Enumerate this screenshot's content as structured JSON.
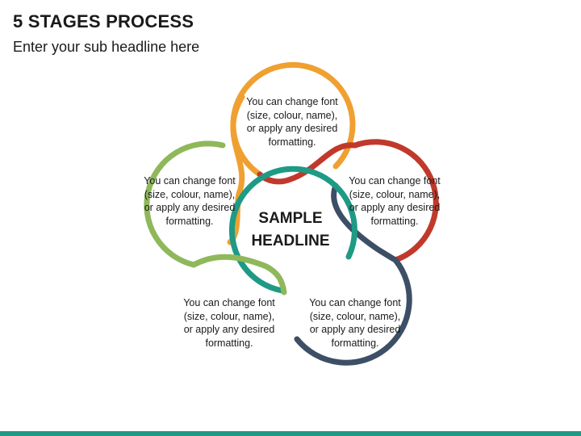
{
  "header": {
    "title": "5 STAGES PROCESS",
    "subtitle": "Enter your sub headline here"
  },
  "center": {
    "line1": "SAMPLE",
    "line2": "HEADLINE"
  },
  "stages": [
    {
      "color": "#f0a030",
      "lines": [
        "You can change font",
        "(size, colour, name),",
        "or apply any desired",
        "formatting."
      ]
    },
    {
      "color": "#c0392b",
      "lines": [
        "You can change font",
        "(size, colour, name),",
        "or apply any desired",
        "formatting."
      ]
    },
    {
      "color": "#3d4f66",
      "lines": [
        "You can change font",
        "(size, colour, name),",
        "or apply any desired",
        "formatting."
      ]
    },
    {
      "color": "#1e9a85",
      "lines": [
        "You can change font",
        "(size, colour, name),",
        "or apply any desired",
        "formatting."
      ]
    },
    {
      "color": "#8fb85a",
      "lines": [
        "You can change font",
        "(size, colour, name),",
        "or apply any desired",
        "formatting."
      ]
    }
  ],
  "footer": {
    "color": "#1e9a85"
  }
}
